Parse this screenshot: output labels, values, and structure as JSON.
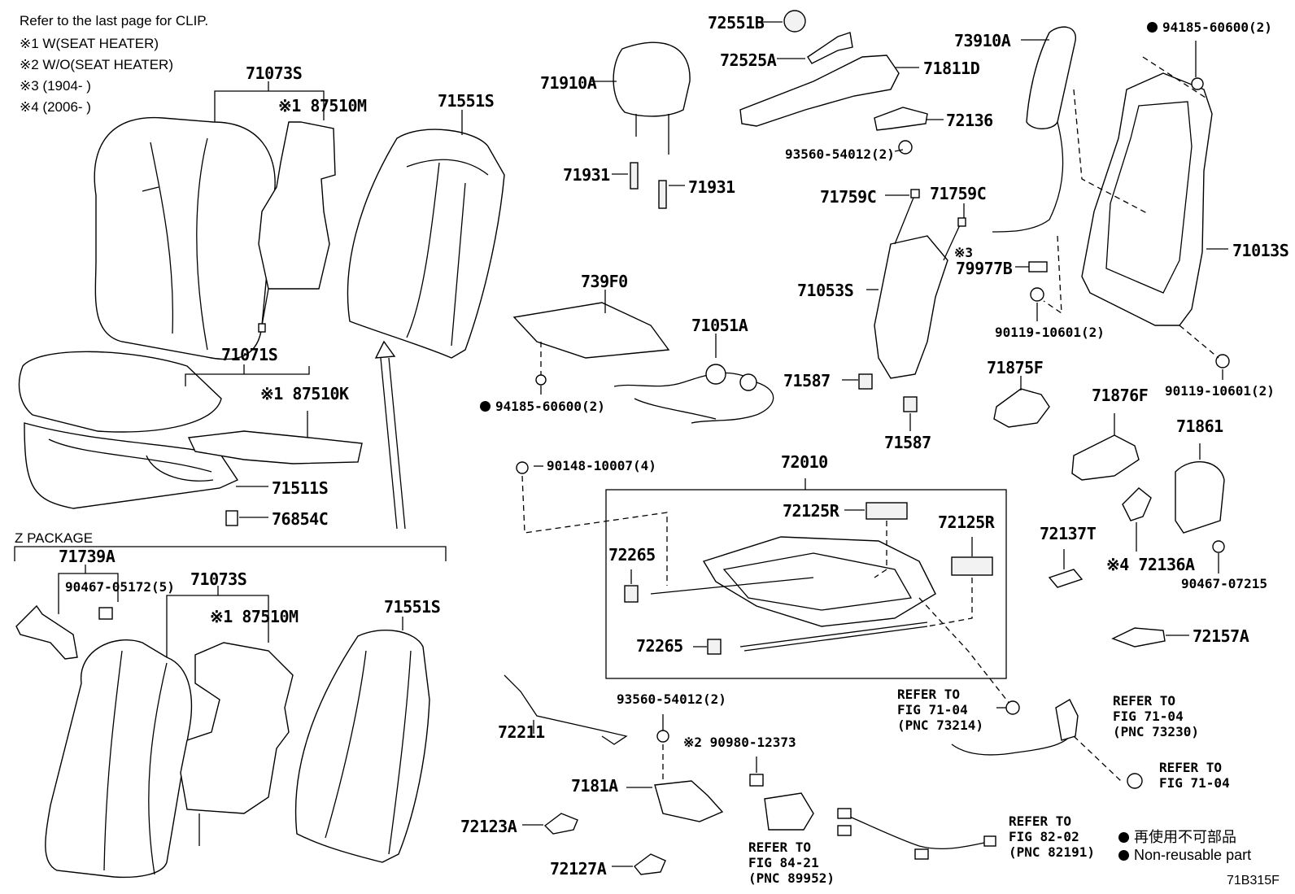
{
  "notes": {
    "clip_note": "Refer to the last page for CLIP.",
    "cond1": "※1 W(SEAT HEATER)",
    "cond2": "※2 W/O(SEAT HEATER)",
    "cond3": "※3 (1904-     )",
    "cond4": "※4 (2006-     )",
    "z_package": "Z PACKAGE"
  },
  "parts": {
    "p71073S_top": "71073S",
    "p87510M_top": "※1 87510M",
    "p71551S_top": "71551S",
    "p71071S": "71071S",
    "p87510K": "※1 87510K",
    "p71511S": "71511S",
    "p76854C": "76854C",
    "p71739A": "71739A",
    "p90467_05172": "90467-05172(5)",
    "p71073S_bot": "71073S",
    "p87510M_bot": "※1 87510M",
    "p71551S_bot": "71551S",
    "p72551B": "72551B",
    "p72525A": "72525A",
    "p71811D": "71811D",
    "p71910A": "71910A",
    "p72136": "72136",
    "p93560_top": "93560-54012(2)",
    "p71931a": "71931",
    "p71931b": "71931",
    "p73910A": "73910A",
    "p94185_tr": "94185-60600(2)",
    "p71759C_a": "71759C",
    "p71759C_b": "71759C",
    "p79977B_cond": "※3",
    "p79977B": "79977B",
    "p71013S": "71013S",
    "p71053S": "71053S",
    "p90119_a": "90119-10601(2)",
    "p90119_b": "90119-10601(2)",
    "p739F0": "739F0",
    "p71051A": "71051A",
    "p94185_mid": "94185-60600(2)",
    "p71587a": "71587",
    "p71587b": "71587",
    "p71875F": "71875F",
    "p71876F": "71876F",
    "p71861": "71861",
    "p90148": "90148-10007(4)",
    "p72010": "72010",
    "p72125R_a": "72125R",
    "p72125R_b": "72125R",
    "p72265a": "72265",
    "p72265b": "72265",
    "p72137T": "72137T",
    "p72136A": "※4 72136A",
    "p90467_07215": "90467-07215",
    "p72157A": "72157A",
    "p72211": "72211",
    "p93560_bot": "93560-54012(2)",
    "p90980": "※2 90980-12373",
    "p7181A": "7181A",
    "p72123A": "72123A",
    "p72127A": "72127A"
  },
  "refs": {
    "r1": [
      "REFER TO",
      "FIG 71-04",
      "(PNC 73214)"
    ],
    "r2": [
      "REFER TO",
      "FIG 71-04",
      "(PNC 73230)"
    ],
    "r3": [
      "REFER TO",
      "FIG 71-04"
    ],
    "r4": [
      "REFER TO",
      "FIG 82-02",
      "(PNC 82191)"
    ],
    "r5": [
      "REFER TO",
      "FIG 84-21",
      "(PNC 89952)"
    ]
  },
  "legend": {
    "jp": "再使用不可部品",
    "en": "Non-reusable part"
  },
  "figure_code": "71B315F"
}
